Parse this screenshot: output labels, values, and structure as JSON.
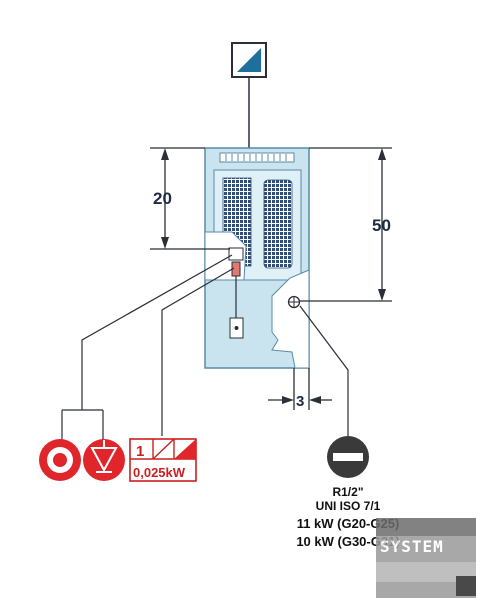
{
  "dimensions": {
    "height_top": "20",
    "height_right": "50",
    "offset_bottom": "3"
  },
  "electrical": {
    "phase": "1",
    "power": "0,025kW"
  },
  "gas": {
    "connection": "R1/2\"",
    "standard": "UNI ISO 7/1",
    "rating_1": "11 kW (G20-G25)",
    "rating_2": "10 kW (G30-G31)"
  },
  "watermark": {
    "text": "SYSTEM"
  },
  "colors": {
    "body_fill": "#c9e3ef",
    "body_stroke": "#5a8aa8",
    "accent_red": "#e0262b",
    "line_dark": "#2a2f3a",
    "symbol_blue": "#1f6f9c"
  }
}
